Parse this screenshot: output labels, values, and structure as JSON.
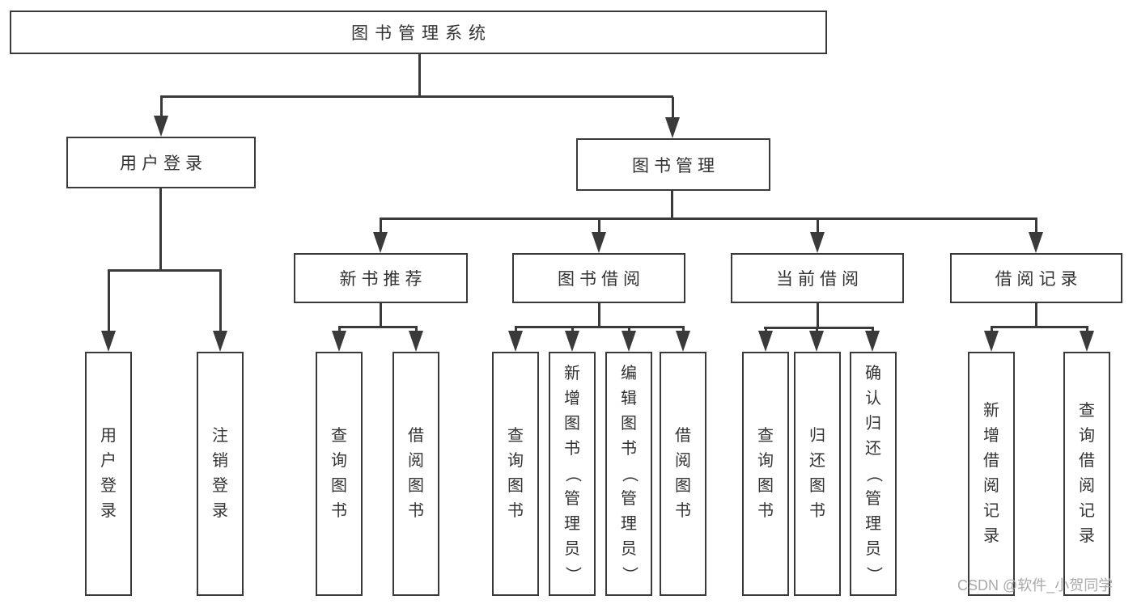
{
  "diagram": {
    "root": {
      "label": "图书管理系统"
    },
    "level2": {
      "user_login": {
        "label": "用户登录"
      },
      "book_management": {
        "label": "图书管理"
      }
    },
    "level3": {
      "new_books": {
        "label": "新书推荐"
      },
      "book_borrowing": {
        "label": "图书借阅"
      },
      "current_borrowing": {
        "label": "当前借阅"
      },
      "borrowing_records": {
        "label": "借阅记录"
      }
    },
    "leaves": {
      "user_login": [
        "用户登录",
        "注销登录"
      ],
      "new_books": [
        "查询图书",
        "借阅图书"
      ],
      "book_borrowing": [
        "查询图书",
        "新增图书（管理员）",
        "编辑图书（管理员）",
        "借阅图书"
      ],
      "current_borrowing": [
        "查询图书",
        "归还图书",
        "确认归还（管理员）"
      ],
      "borrowing_records": [
        "新增借阅记录",
        "查询借阅记录"
      ]
    }
  },
  "watermark": {
    "text": "CSDN @软件_小贺同学"
  },
  "colors": {
    "stroke": "#3a3a3a",
    "text": "#333333",
    "watermark": "#a9a9a9",
    "background": "#ffffff"
  }
}
